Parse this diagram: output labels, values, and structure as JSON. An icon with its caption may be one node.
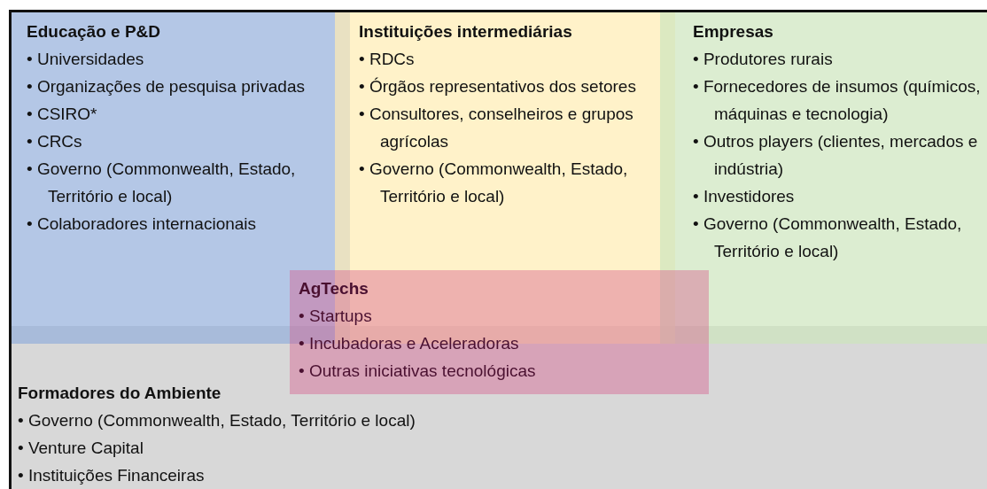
{
  "diagram": {
    "nodes": [
      {
        "text": [
          "Educação e P&D",
          "• Universidades",
          "• Organizações de pesquisa privadas",
          "• CSIRO*",
          "• CRCs",
          "• Governo (Commonwealth, Estado, Território e local)",
          "• Colaboradores internacionais"
        ]
      },
      {
        "text": [
          "Instituições intermediárias",
          "• RDCs",
          "• Órgãos representativos dos setores",
          "• Consultores, conselheiros e grupos agrícolas",
          "• Governo (Commonwealth, Estado, Território e local)"
        ]
      },
      {
        "text": [
          "Empresas",
          "• Produtores rurais",
          "• Fornecedores de insumos (químicos, máquinas e tecnologia)",
          "• Outros players (clientes, mercados e indústria)",
          "• Investidores",
          "• Governo (Commonwealth, Estado, Território e local)"
        ]
      },
      {
        "text": [
          "Formadores do Ambiente",
          "• Governo (Commonwealth, Estado, Território e local)",
          "• Venture Capital",
          "• Instituições Financeiras"
        ]
      },
      {
        "text": [
          "AgTechs",
          "• Startups",
          "• Incubadoras e Aceleradoras",
          "• Outras iniciativas tecnológicas"
        ]
      }
    ]
  }
}
